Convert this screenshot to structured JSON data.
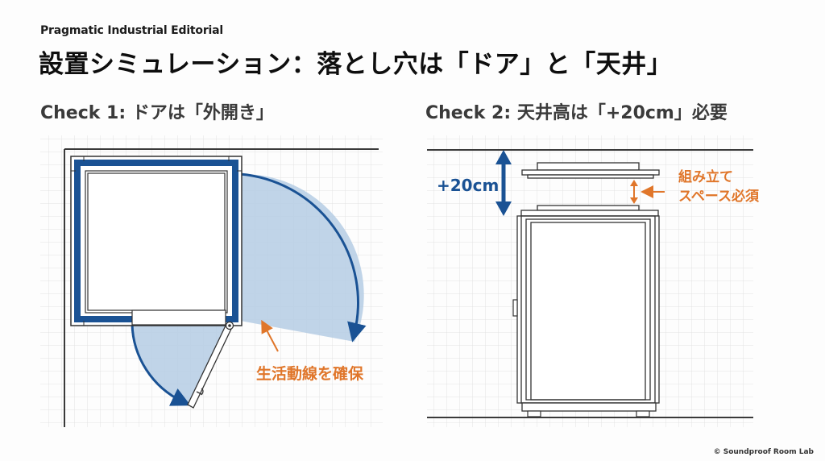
{
  "header": {
    "brand": "Pragmatic Industrial Editorial",
    "title": "設置シミュレーション：落とし穴は「ドア」と「天井」"
  },
  "panels": [
    {
      "id": "check1",
      "subtitle": "Check 1: ドアは「外開き」",
      "diagram_type": "floor-plan-top-view",
      "annotation": "生活動線を確保",
      "icons": [
        "booth-top-view",
        "door-swing-arc-icon",
        "hinge-icon",
        "door-handle-icon",
        "arrow-icon"
      ]
    },
    {
      "id": "check2",
      "subtitle": "Check 2: 天井高は「+20cm」必要",
      "diagram_type": "elevation-side-view",
      "dimension_label": "+20cm",
      "annotation_line1": "組み立て",
      "annotation_line2": "スペース必須",
      "icons": [
        "booth-front-view",
        "ceiling-panel-icon",
        "double-arrow-icon",
        "arrow-icon"
      ]
    }
  ],
  "colors": {
    "primary_blue": "#1a5294",
    "swing_fill": "#b9cfe5",
    "accent_orange": "#e0762a",
    "line_dark": "#333333",
    "grid": "#e4e4e4"
  },
  "footer": {
    "copyright": "© Soundproof Room Lab"
  }
}
